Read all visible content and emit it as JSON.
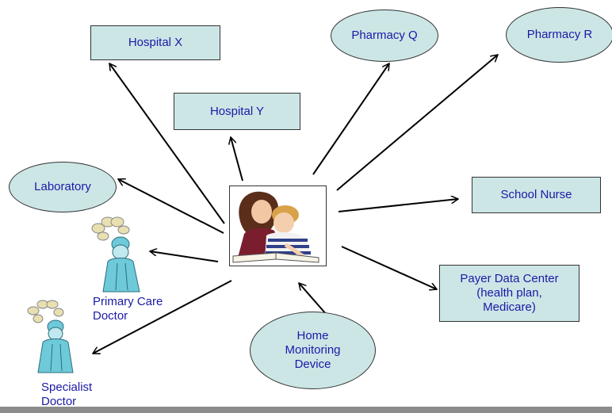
{
  "nodes": {
    "hospital_x": "Hospital X",
    "hospital_y": "Hospital Y",
    "pharmacy_q": "Pharmacy Q",
    "pharmacy_r": "Pharmacy R",
    "laboratory": "Laboratory",
    "school_nurse": "School Nurse",
    "payer_line1": "Payer Data Center",
    "payer_line2": "(health plan,",
    "payer_line3": "Medicare)",
    "home_line1": "Home",
    "home_line2": "Monitoring",
    "home_line3": "Device",
    "primary_line1": "Primary Care",
    "primary_line2": "Doctor",
    "specialist_line1": "Specialist",
    "specialist_line2": "Doctor"
  },
  "colors": {
    "node_fill": "#cce6e6",
    "text": "#1a1aa6",
    "arrow": "#000000",
    "footer": "#8c8c8c"
  },
  "icons": {
    "center": "parent-and-child-reading-icon",
    "doctor": "surgeon-doctor-icon"
  }
}
